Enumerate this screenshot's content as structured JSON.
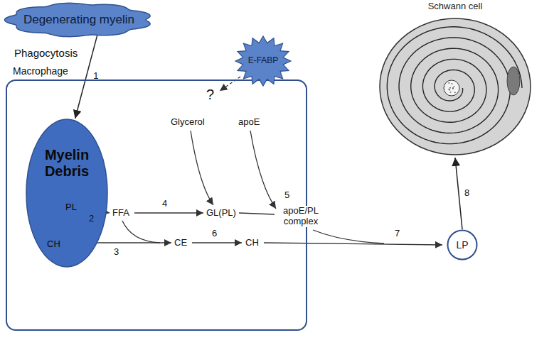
{
  "diagram": {
    "nodes": [
      {
        "text": [
          "Degenerating myelin"
        ]
      },
      {
        "text": [
          "Schwann cell"
        ]
      },
      {
        "text": [
          "E-FABP"
        ]
      },
      {
        "text": [
          "Macrophage"
        ]
      },
      {
        "text": [
          "Myelin Debris",
          "PL",
          "CH"
        ],
        "in": 3
      },
      {
        "text": [
          "LP"
        ]
      }
    ],
    "edges": [
      {
        "from": 0,
        "to": 4,
        "arrow": "to",
        "label": "1"
      },
      {
        "from": 5,
        "to": 1,
        "arrow": "to",
        "label": "8"
      }
    ],
    "labels": [
      "Phagocytosis",
      "?",
      "Glycerol",
      "apoE",
      "4",
      "5",
      "apoE/PL complex",
      "FFA",
      "2",
      "GL(PL)",
      "CE",
      "3",
      "6",
      "CH",
      "7"
    ]
  }
}
